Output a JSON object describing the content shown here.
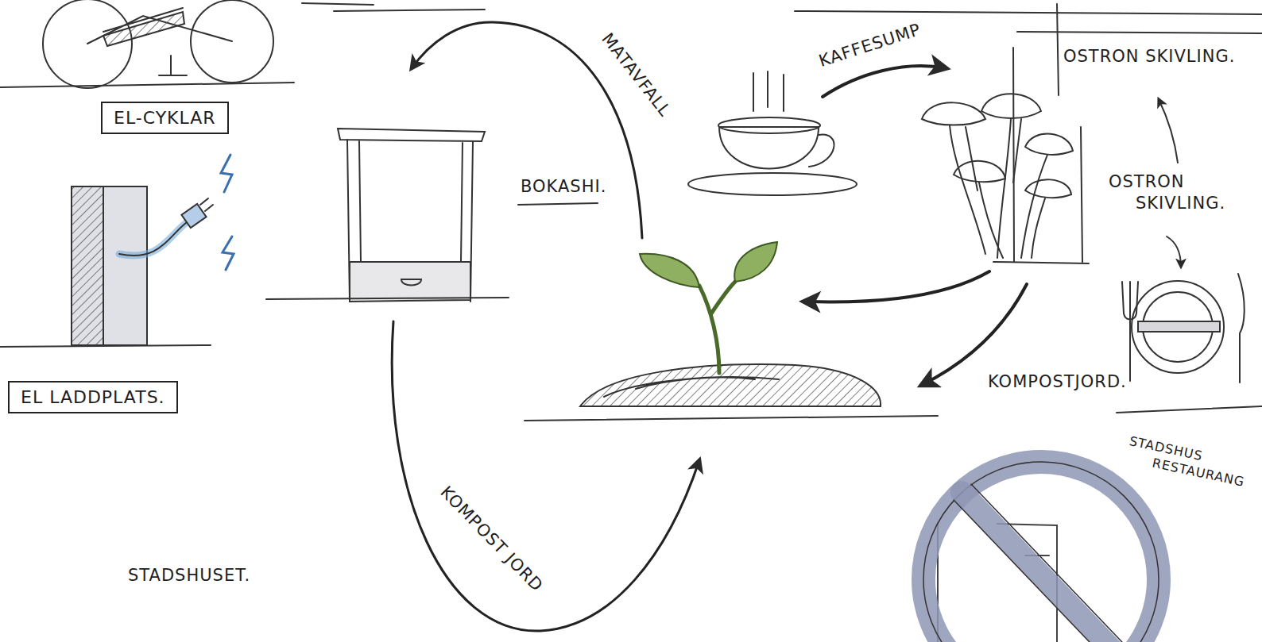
{
  "diagram": {
    "nodes": [
      {
        "text": [
          "EL-CYKLAR"
        ]
      },
      {
        "text": [
          "EL LADDPLATS."
        ]
      }
    ],
    "labels": [
      "MATAVFALL",
      "BOKASHI.",
      "KAFFESUMP",
      "OSTRON SKIVLING.",
      "OSTRON SKIVLING.",
      "KOMPOSTJORD.",
      "STADSHUS RESTAURANG",
      "KOMPOST JORD",
      "STADSHUSET."
    ]
  }
}
